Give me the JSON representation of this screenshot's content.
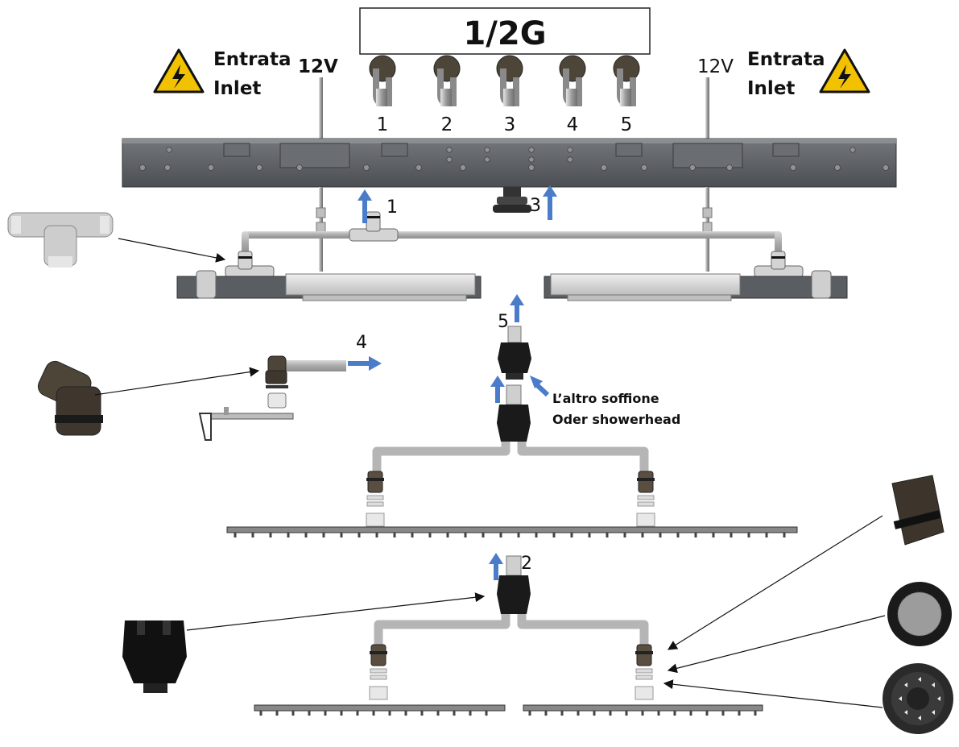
{
  "title_box": "1/2G",
  "inlet_left": {
    "line1": "Entrata",
    "line2": "Inlet"
  },
  "inlet_right": {
    "line1": "Entrata",
    "line2": "Inlet"
  },
  "voltage_left": "12V",
  "voltage_right": "12V",
  "outlets": [
    "1",
    "2",
    "3",
    "4",
    "5"
  ],
  "flow_labels": {
    "f1": "1",
    "f2": "2",
    "f3": "3",
    "f4": "4",
    "f5": "5"
  },
  "showerhead_note": {
    "line1": "L’altro soffione",
    "line2": "Oder showerhead"
  },
  "colors": {
    "arrow": "#4a7cc9",
    "warning": "#f2c200",
    "panel": "#5b5e63",
    "pipe": "#b8b8b8",
    "fitting_dark": "#1a1a1a",
    "brass": "#5a4e40"
  }
}
